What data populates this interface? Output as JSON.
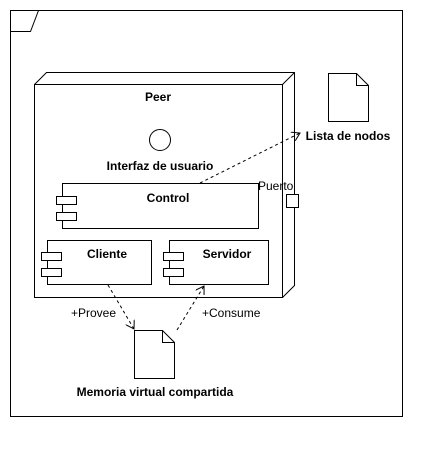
{
  "diagram": {
    "node": {
      "label": "Peer"
    },
    "interface": {
      "label": "Interfaz de usuario"
    },
    "port": {
      "label": "Puerto"
    },
    "components": {
      "control": "Control",
      "cliente": "Cliente",
      "servidor": "Servidor"
    },
    "artifacts": {
      "lista": "Lista de nodos",
      "memoria": "Memoria virtual compartida"
    },
    "relations": {
      "provee": "+Provee",
      "consume": "+Consume"
    }
  }
}
